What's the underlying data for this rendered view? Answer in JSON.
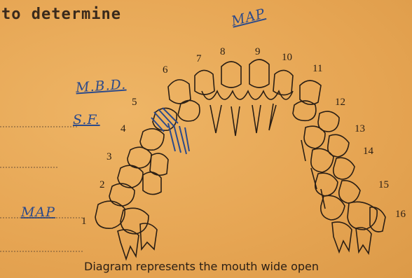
{
  "header": {
    "text": "to determine"
  },
  "annotations": {
    "top_right": "MAP",
    "mbd": "M.B.D.",
    "sf": "S.F.",
    "left_bottom": "MAP"
  },
  "tooth_numbers": {
    "n1": "1",
    "n2": "2",
    "n3": "3",
    "n4": "4",
    "n5": "5",
    "n6": "6",
    "n7": "7",
    "n8": "8",
    "n9": "9",
    "n10": "10",
    "n11": "11",
    "n12": "12",
    "n13": "13",
    "n14": "14",
    "n15": "15",
    "n16": "16"
  },
  "caption": "Diagram represents the mouth wide open",
  "colors": {
    "ink": "#2a1e14",
    "pen": "#2c4a8a",
    "paper": "#e8a95a"
  }
}
